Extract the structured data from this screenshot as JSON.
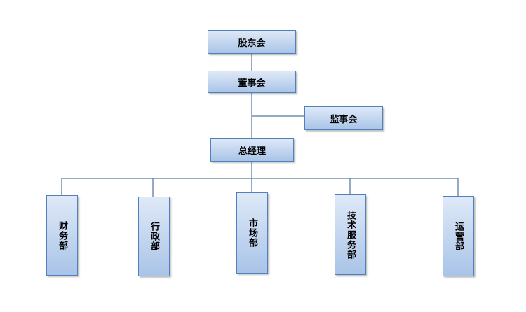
{
  "nodes": {
    "shareholders": "股东会",
    "board": "董事会",
    "supervisors": "监事会",
    "gm": "总经理",
    "finance": "财务部",
    "admin": "行政部",
    "market": "市场部",
    "tech_service": "技术服务部",
    "operations": "运营部"
  },
  "colors": {
    "box_border": "#4f81bd",
    "box_fill_top": "#dfe9f7",
    "box_fill_bottom": "#a9c4e8",
    "connector": "#6f8fb4"
  }
}
